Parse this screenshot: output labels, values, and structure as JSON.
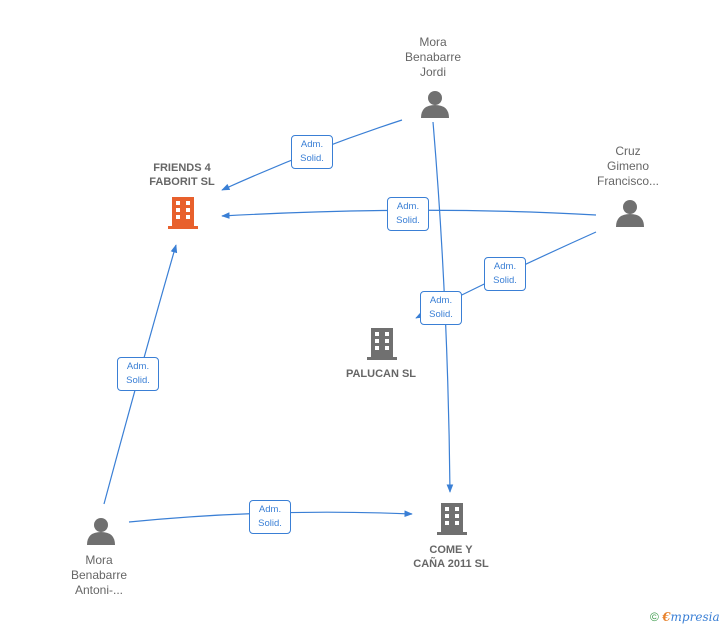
{
  "nodes": {
    "friends": {
      "label_line1": "FRIENDS 4",
      "label_line2": "FABORIT  SL",
      "type": "company",
      "color": "#e8602c"
    },
    "palucan": {
      "label": "PALUCAN SL",
      "type": "company",
      "color": "#707070"
    },
    "come": {
      "label_line1": "COME Y",
      "label_line2": "CAÑA 2011 SL",
      "type": "company",
      "color": "#707070"
    },
    "jordi": {
      "label_line1": "Mora",
      "label_line2": "Benabarre",
      "label_line3": "Jordi",
      "type": "person"
    },
    "cruz": {
      "label_line1": "Cruz",
      "label_line2": "Gimeno",
      "label_line3": "Francisco...",
      "type": "person"
    },
    "antoni": {
      "label_line1": "Mora",
      "label_line2": "Benabarre",
      "label_line3": "Antoni-...",
      "type": "person"
    }
  },
  "edges": [
    {
      "from": "jordi",
      "to": "friends",
      "line1": "Adm.",
      "line2": "Solid."
    },
    {
      "from": "cruz",
      "to": "friends",
      "line1": "Adm.",
      "line2": "Solid."
    },
    {
      "from": "cruz",
      "to": "palucan",
      "line1": "Adm.",
      "line2": "Solid."
    },
    {
      "from": "jordi",
      "to": "come",
      "line1": "Adm.",
      "line2": "Solid."
    },
    {
      "from": "antoni",
      "to": "friends",
      "line1": "Adm.",
      "line2": "Solid."
    },
    {
      "from": "antoni",
      "to": "come",
      "line1": "Adm.",
      "line2": "Solid."
    }
  ],
  "colors": {
    "edge": "#3a7fd5",
    "person_icon": "#707070",
    "company_icon": "#707070",
    "highlight_company_icon": "#e8602c"
  },
  "footer": {
    "copyright": "©",
    "brand_initial": "€",
    "brand_rest": "mpresia"
  }
}
